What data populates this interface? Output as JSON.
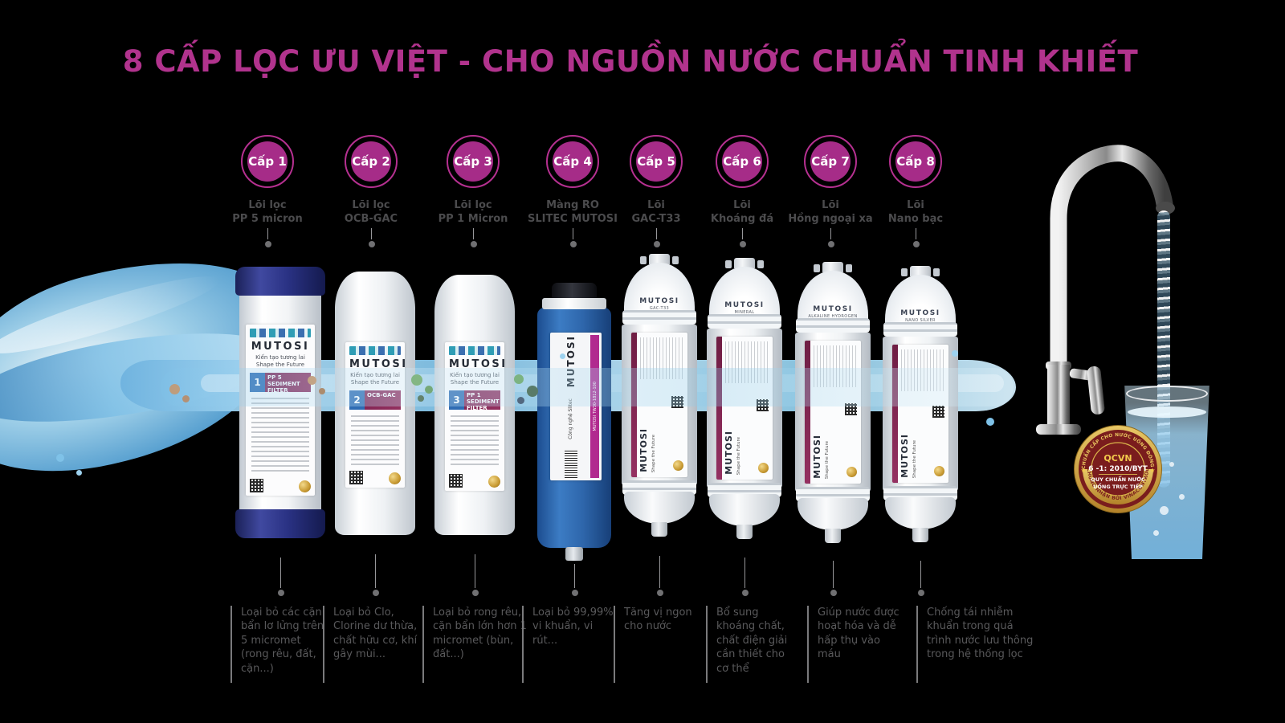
{
  "title": {
    "text": "8 CẤP LỌC ƯU VIỆT - CHO NGUỒN NƯỚC CHUẨN TINH KHIẾT",
    "color": "#b1338d"
  },
  "brand": {
    "name": "MUTOSI",
    "tagline_vi": "Kiến tạo tương lai",
    "tagline_en": "Shape the Future"
  },
  "stages": [
    {
      "badge": "Cấp 1",
      "label_line1": "Lõi lọc",
      "label_line2": "PP 5 micron",
      "description": "Loại bỏ các cặn bẩn lơ lửng trên 5 micromet (rong rêu, đất, cặn...)",
      "cartridge": {
        "number": "1",
        "filter_name": "PP 5 SEDIMENT FILTER"
      }
    },
    {
      "badge": "Cấp 2",
      "label_line1": "Lõi lọc",
      "label_line2": "OCB-GAC",
      "description": "Loại bỏ Clo, Clorine dư thừa, chất hữu cơ, khí gây mùi...",
      "cartridge": {
        "number": "2",
        "filter_name": "OCB-GAC"
      }
    },
    {
      "badge": "Cấp 3",
      "label_line1": "Lõi lọc",
      "label_line2": "PP 1 Micron",
      "description": "Loại bỏ rong rêu, cặn bẩn lớn hơn 1 micromet (bùn, đất...)",
      "cartridge": {
        "number": "3",
        "filter_name": "PP 1 SEDIMENT FILTER"
      }
    },
    {
      "badge": "Cấp 4",
      "label_line1": "Màng RO",
      "label_line2": "SLITEC MUTOSI",
      "description": "Loại bỏ 99,99% vi khuẩn, vi rút...",
      "cartridge": {
        "tech": "Công nghệ Slitec",
        "model": "MUTOSI TW30-1812-100"
      }
    },
    {
      "badge": "Cấp 5",
      "label_line1": "Lõi",
      "label_line2": "GAC-T33",
      "description": "Tăng vị ngon cho nước",
      "cartridge": {
        "print": "GAC-T33"
      }
    },
    {
      "badge": "Cấp 6",
      "label_line1": "Lõi",
      "label_line2": "Khoáng đá",
      "description": "Bổ sung khoáng chất, chất điện giải cần thiết cho cơ thể",
      "cartridge": {
        "print": "MINERAL"
      }
    },
    {
      "badge": "Cấp 7",
      "label_line1": "Lõi",
      "label_line2": "Hồng ngoại xa",
      "description": "Giúp nước được hoạt hóa và dễ hấp thụ vào máu",
      "cartridge": {
        "print": "ALKALINE HYDROGEN"
      }
    },
    {
      "badge": "Cấp 8",
      "label_line1": "Lõi",
      "label_line2": "Nano bạc",
      "description": "Chống tái nhiễm khuẩn trong quá trình nước lưu thông trong hệ thống lọc",
      "cartridge": {
        "print": "NANO SILVER"
      }
    }
  ],
  "seal": {
    "top_arc": "QUY CHUẨN CẤP CHO NƯỚC UỐNG ĐÓNG CHAI",
    "line1": "QCVN",
    "line2": "6 -1: 2010/BYT",
    "line3": "QUY CHUẨN NƯỚC",
    "line4": "UỐNG TRỰC TIẾP",
    "bottom_arc": "CHỨNG NHẬN BỞI VINACONTROL",
    "star": "★"
  },
  "colors": {
    "accent_magenta": "#b1338d",
    "badge_fill": "#a62c88",
    "maroon_band": "#7e2150",
    "navy_cap": "#2a3284",
    "ro_blue": "#2e66ab",
    "seal_red": "#7a1d1d",
    "seal_gold": "#d9b44a"
  }
}
